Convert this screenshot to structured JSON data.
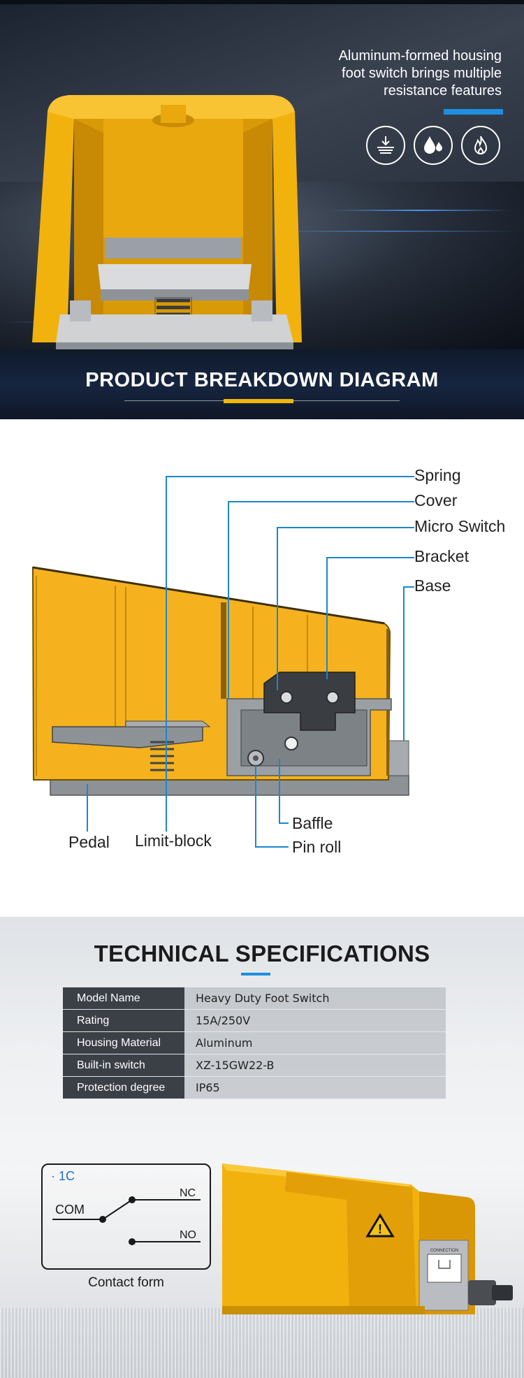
{
  "hero": {
    "tagline_line1": "Aluminum-formed housing",
    "tagline_line2": "foot switch brings multiple",
    "tagline_line3": "resistance features",
    "features": [
      {
        "icon": "pressure-resistance-icon"
      },
      {
        "icon": "waterproof-icon"
      },
      {
        "icon": "fire-resistance-icon"
      }
    ],
    "banner_title": "PRODUCT BREAKDOWN DIAGRAM",
    "accent_color": "#f2b707",
    "blue_color": "#1e8fe0"
  },
  "breakdown": {
    "labels": {
      "spring": "Spring",
      "cover": "Cover",
      "micro_switch": "Micro Switch",
      "bracket": "Bracket",
      "base": "Base",
      "pedal": "Pedal",
      "limit_block": "Limit-block",
      "baffle": "Baffle",
      "pin_roll": "Pin roll"
    },
    "housing_color": "#f5b21e",
    "leader_color": "#1e86cf"
  },
  "specs": {
    "title": "TECHNICAL SPECIFICATIONS",
    "rows": [
      {
        "key": "Model Name",
        "value": "Heavy Duty Foot Switch"
      },
      {
        "key": "Rating",
        "value": "15A/250V"
      },
      {
        "key": "Housing Material",
        "value": "Aluminum"
      },
      {
        "key": "Built-in switch",
        "value": "XZ-15GW22-B"
      },
      {
        "key": "Protection degree",
        "value": "IP65"
      }
    ],
    "contact": {
      "type": "· 1C",
      "com": "COM",
      "nc": "NC",
      "no": "NO",
      "caption": "Contact form"
    },
    "product_panel_label": "CONNECTION"
  }
}
